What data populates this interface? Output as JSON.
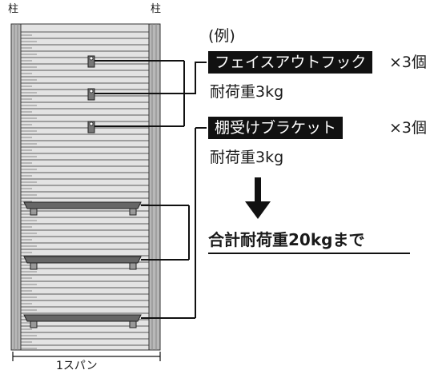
{
  "posts": {
    "left_label": "柱",
    "right_label": "柱"
  },
  "example_label": "(例)",
  "items": [
    {
      "name": "フェイスアウトフック",
      "quantity": "×3個",
      "load": "耐荷重3kg"
    },
    {
      "name": "棚受けブラケット",
      "quantity": "×3個",
      "load": "耐荷重3kg"
    }
  ],
  "total_label": "合計耐荷重20kgまで",
  "span_label": "1スパン",
  "colors": {
    "panel_face": "#e3e3e3",
    "slat_line": "#5a5a5a",
    "post": "#b8b8b8",
    "shelf": "#666666",
    "leader": "#111111",
    "tag_bg": "#111111"
  }
}
